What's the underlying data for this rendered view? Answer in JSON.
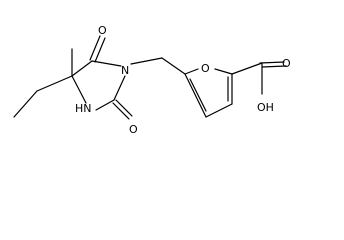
{
  "molecule": {
    "atoms": {
      "ring_n": "N",
      "nh": "HN",
      "o_upper": "O",
      "o_lower": "O",
      "o_furan": "O",
      "o_carbonyl": "O",
      "oh": "OH"
    }
  },
  "colors": {
    "bond": "#000000",
    "label": "#000000",
    "background": "#ffffff"
  }
}
